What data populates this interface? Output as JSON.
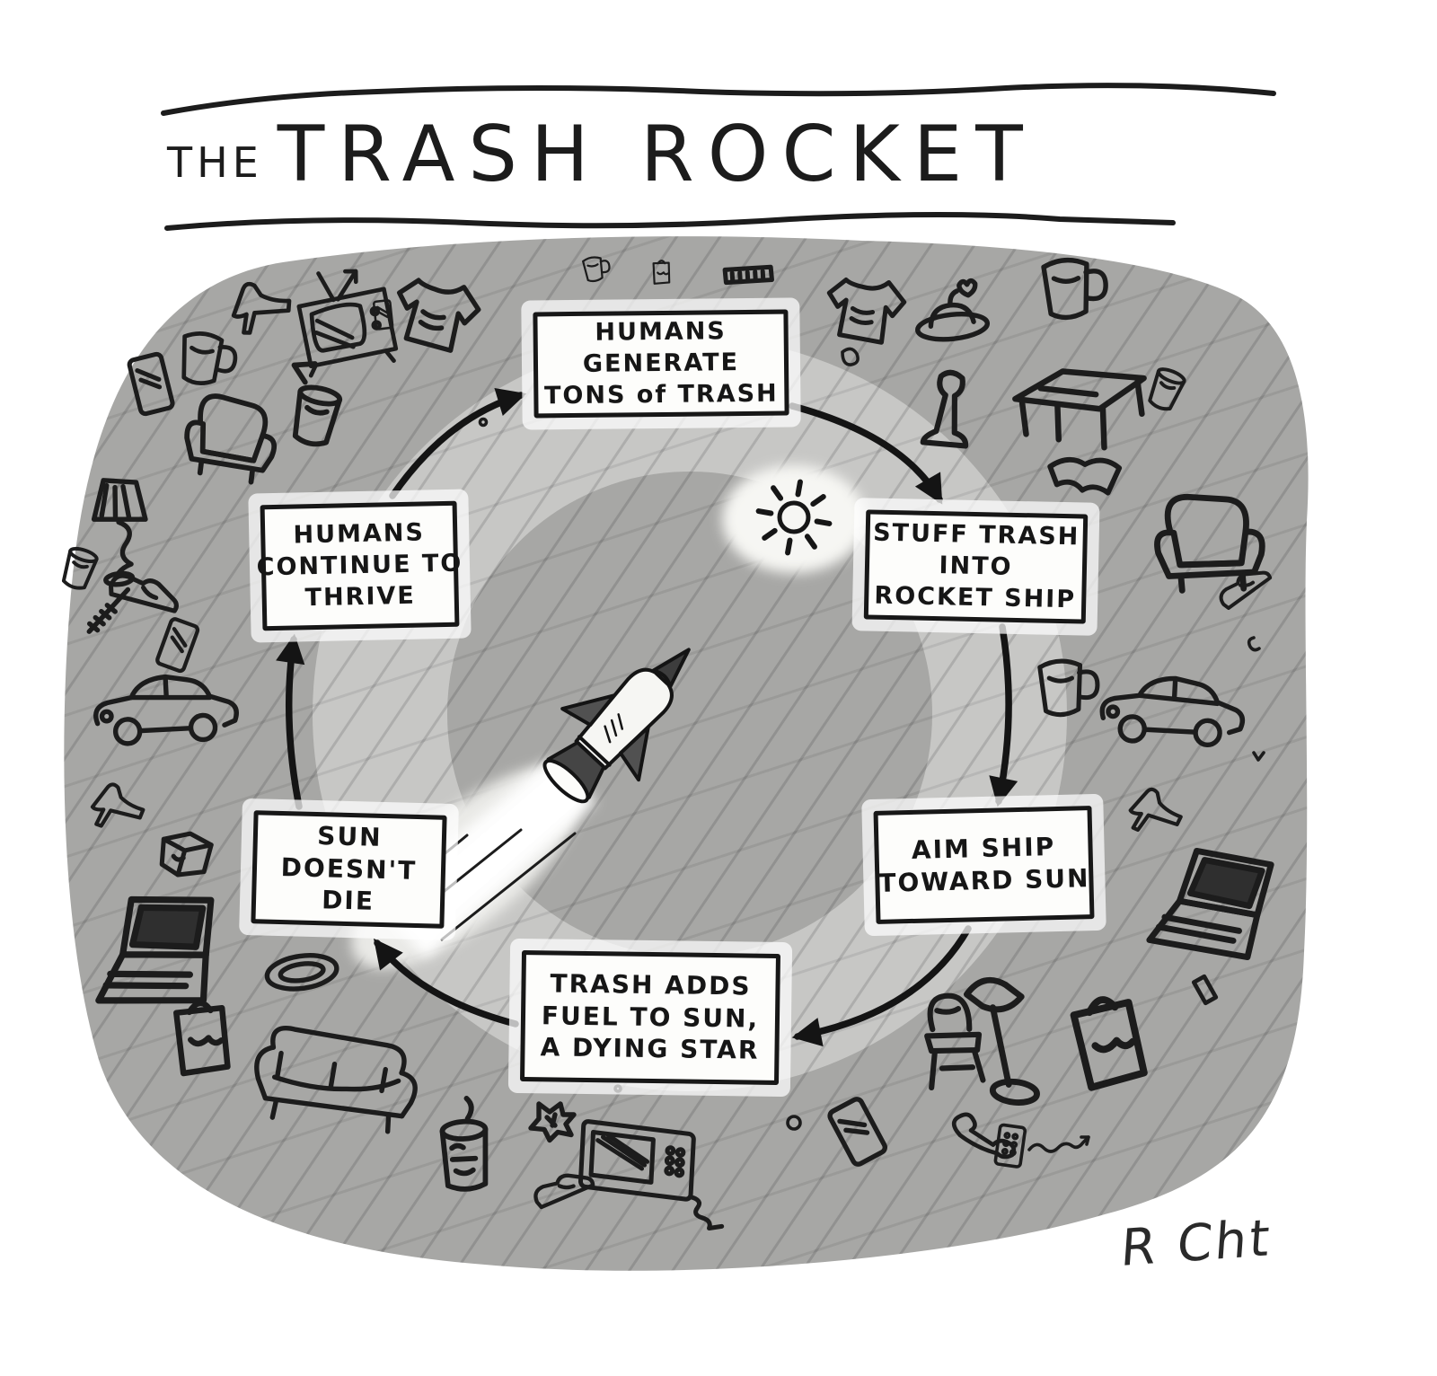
{
  "title": {
    "article": "THE",
    "main": "TRASH ROCKET"
  },
  "diagram": {
    "type": "cycle",
    "direction": "clockwise",
    "nodes": [
      {
        "id": "generate-trash",
        "lines": [
          "HUMANS",
          "GENERATE",
          "TONS of TRASH"
        ]
      },
      {
        "id": "stuff-rocket",
        "lines": [
          "STUFF TRASH",
          "INTO",
          "ROCKET SHIP"
        ]
      },
      {
        "id": "aim-ship",
        "lines": [
          "AIM SHIP",
          "TOWARD SUN"
        ]
      },
      {
        "id": "fuel-sun",
        "lines": [
          "TRASH ADDS",
          "FUEL TO SUN,",
          "A DYING STAR"
        ]
      },
      {
        "id": "sun-survives",
        "lines": [
          "SUN",
          "DOESN'T",
          "DIE"
        ]
      },
      {
        "id": "humans-thrive",
        "lines": [
          "HUMANS",
          "CONTINUE TO",
          "THRIVE"
        ]
      }
    ],
    "edges": [
      {
        "from": "generate-trash",
        "to": "stuff-rocket"
      },
      {
        "from": "stuff-rocket",
        "to": "aim-ship"
      },
      {
        "from": "aim-ship",
        "to": "fuel-sun"
      },
      {
        "from": "fuel-sun",
        "to": "sun-survives"
      },
      {
        "from": "sun-survives",
        "to": "humans-thrive"
      },
      {
        "from": "humans-thrive",
        "to": "generate-trash"
      }
    ],
    "center_art": [
      "rocket flying toward a small sun",
      "white exhaust trail"
    ]
  },
  "signature": "R Cht",
  "art": {
    "style": "hand-drawn single-panel cartoon, gray ink wash with crosshatching, trash floating around the cycle",
    "trash_items": [
      "high heel shoes",
      "television set",
      "mugs",
      "cell phone",
      "sweater",
      "armchairs",
      "opened tin cans",
      "table lamp",
      "loafers",
      "toothbrush",
      "remote control",
      "cars",
      "cardboard box",
      "laptops",
      "plate",
      "shopping bags",
      "couch",
      "soup can",
      "crumpled paper",
      "microwave oven",
      "smartphone",
      "cup",
      "comb",
      "t-shirt",
      "fancy hat",
      "vacuum cleaner",
      "coffee table",
      "soda can",
      "open book",
      "dining chair",
      "plunger",
      "telephone with cord",
      "pen"
    ]
  },
  "colors": {
    "ink": "#1c1c1c",
    "wash": "#a7a7a5",
    "wash_light": "#cbcbc9",
    "paper": "#ffffff",
    "box_fill": "#fdfdfb"
  }
}
